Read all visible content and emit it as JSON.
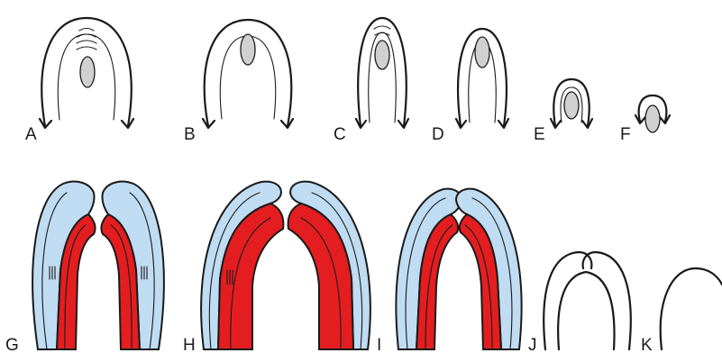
{
  "figure": {
    "labels": [
      "A",
      "B",
      "C",
      "D",
      "E",
      "F",
      "G",
      "H",
      "I",
      "J",
      "K"
    ],
    "colors": {
      "outline": "#1a1a1a",
      "blue_layer": "#bfdcf2",
      "red_layer": "#e41e20",
      "oval_fill": "#d0d0d0"
    }
  }
}
